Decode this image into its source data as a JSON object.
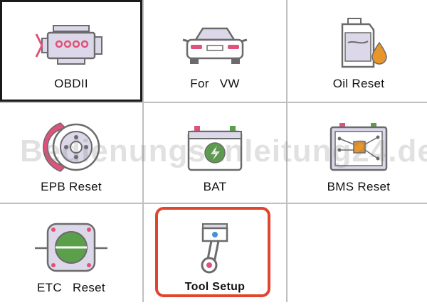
{
  "menu": {
    "items": [
      {
        "label": "OBDII",
        "icon": "engine-icon"
      },
      {
        "label": "For   VW",
        "icon": "car-icon"
      },
      {
        "label": "Oil Reset",
        "icon": "oil-can-icon"
      },
      {
        "label": "EPB Reset",
        "icon": "brake-disc-icon"
      },
      {
        "label": "BAT",
        "icon": "battery-icon"
      },
      {
        "label": "BMS Reset",
        "icon": "bms-circuit-icon"
      },
      {
        "label": "ETC   Reset",
        "icon": "throttle-body-icon"
      },
      {
        "label": "Tool Setup",
        "icon": "piston-icon"
      }
    ],
    "selected_index": 0,
    "highlighted_index": 7
  },
  "watermark": "Bedienungsanleitung24.de",
  "colors": {
    "highlight": "#e0452e",
    "icon_stroke": "#6b6b6b",
    "icon_fill_light": "#dcd8ea",
    "accent_pink": "#e0527a",
    "accent_green": "#5aa04a",
    "accent_orange": "#e8952a"
  }
}
